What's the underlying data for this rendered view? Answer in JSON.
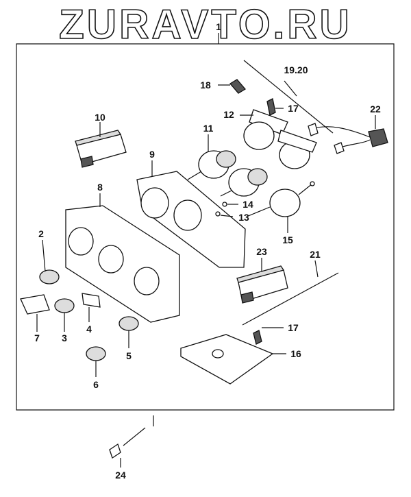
{
  "watermark": "ZURAVTO.RU",
  "callouts": {
    "c1": "1",
    "c2": "2",
    "c3": "3",
    "c4": "4",
    "c5": "5",
    "c6": "6",
    "c7": "7",
    "c8": "8",
    "c9": "9",
    "c10": "10",
    "c11": "11",
    "c12": "12",
    "c13": "13",
    "c14": "14",
    "c15": "15",
    "c16": "16",
    "c17a": "17",
    "c17b": "17",
    "c18": "18",
    "c1920": "19.20",
    "c21": "21",
    "c22": "22",
    "c23": "23",
    "c24": "24"
  }
}
